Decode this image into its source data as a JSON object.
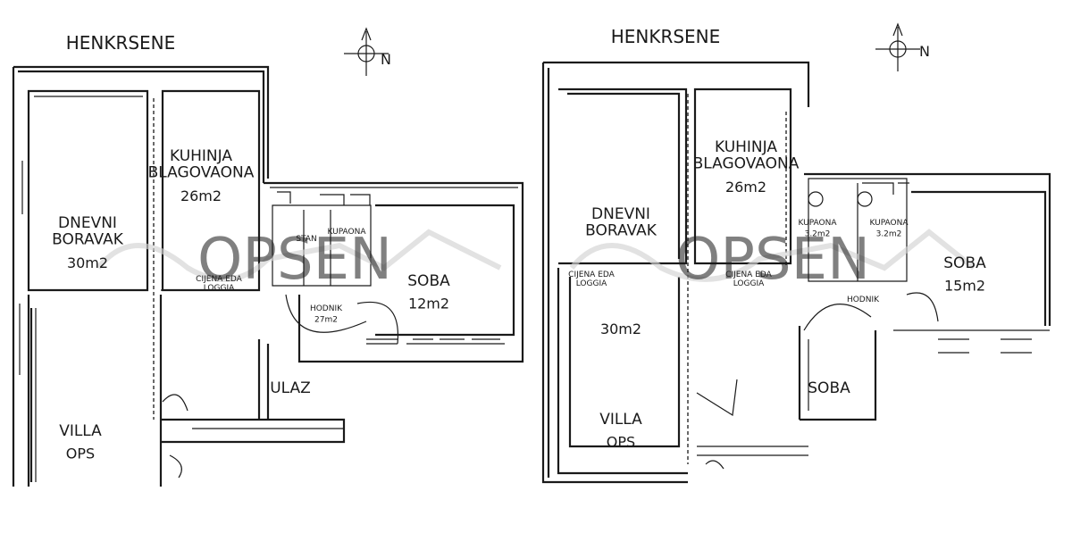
{
  "plans": [
    {
      "heading": "HENKRSENE",
      "compass": "N",
      "rooms": [
        {
          "name": "DNEVNI\nBORAVAK",
          "area": "30m2",
          "kind": "room"
        },
        {
          "name": "KUHINJA\nBLAGOVAONA",
          "area": "26m2",
          "kind": "room"
        },
        {
          "name": "SOBA",
          "area": "12m2",
          "kind": "room"
        },
        {
          "name": "HODNIK",
          "area": "27m2",
          "kind": "small"
        },
        {
          "name": "KUPAONA",
          "area": "",
          "kind": "small"
        },
        {
          "name": "STAN",
          "area": "",
          "kind": "small"
        },
        {
          "name": "ULAZ",
          "area": "",
          "kind": "room"
        },
        {
          "name": "VILLA",
          "area": "OPS",
          "kind": "room"
        },
        {
          "name": "CIJENA EDA\nLOGGIA",
          "area": "",
          "kind": "small"
        }
      ]
    },
    {
      "heading": "HENKRSENE",
      "compass": "N",
      "rooms": [
        {
          "name": "DNEVNI\nBORAVAK",
          "area": "",
          "kind": "room"
        },
        {
          "name": "KUHINJA\nBLAGOVAONA",
          "area": "26m2",
          "kind": "room"
        },
        {
          "name": "KUPAONA",
          "area": "3.2m2",
          "kind": "small"
        },
        {
          "name": "KUPAONA",
          "area": "3.2m2",
          "kind": "small"
        },
        {
          "name": "SOBA",
          "area": "15m2",
          "kind": "room"
        },
        {
          "name": "CIJENA EDA\nLOGGIA",
          "area": "",
          "kind": "small"
        },
        {
          "name": "CIJENA EDA\nLOGGIA",
          "area": "",
          "kind": "small"
        },
        {
          "name": "",
          "area": "30m2",
          "kind": "room"
        },
        {
          "name": "VILLA",
          "area": "OPS",
          "kind": "room"
        },
        {
          "name": "HODNIK",
          "area": "",
          "kind": "small"
        },
        {
          "name": "SOBA",
          "area": "",
          "kind": "room"
        }
      ]
    }
  ],
  "watermark": "OPSEN",
  "colors": {
    "line": "#1a1a1a",
    "watermark": "#d3d3d3"
  }
}
